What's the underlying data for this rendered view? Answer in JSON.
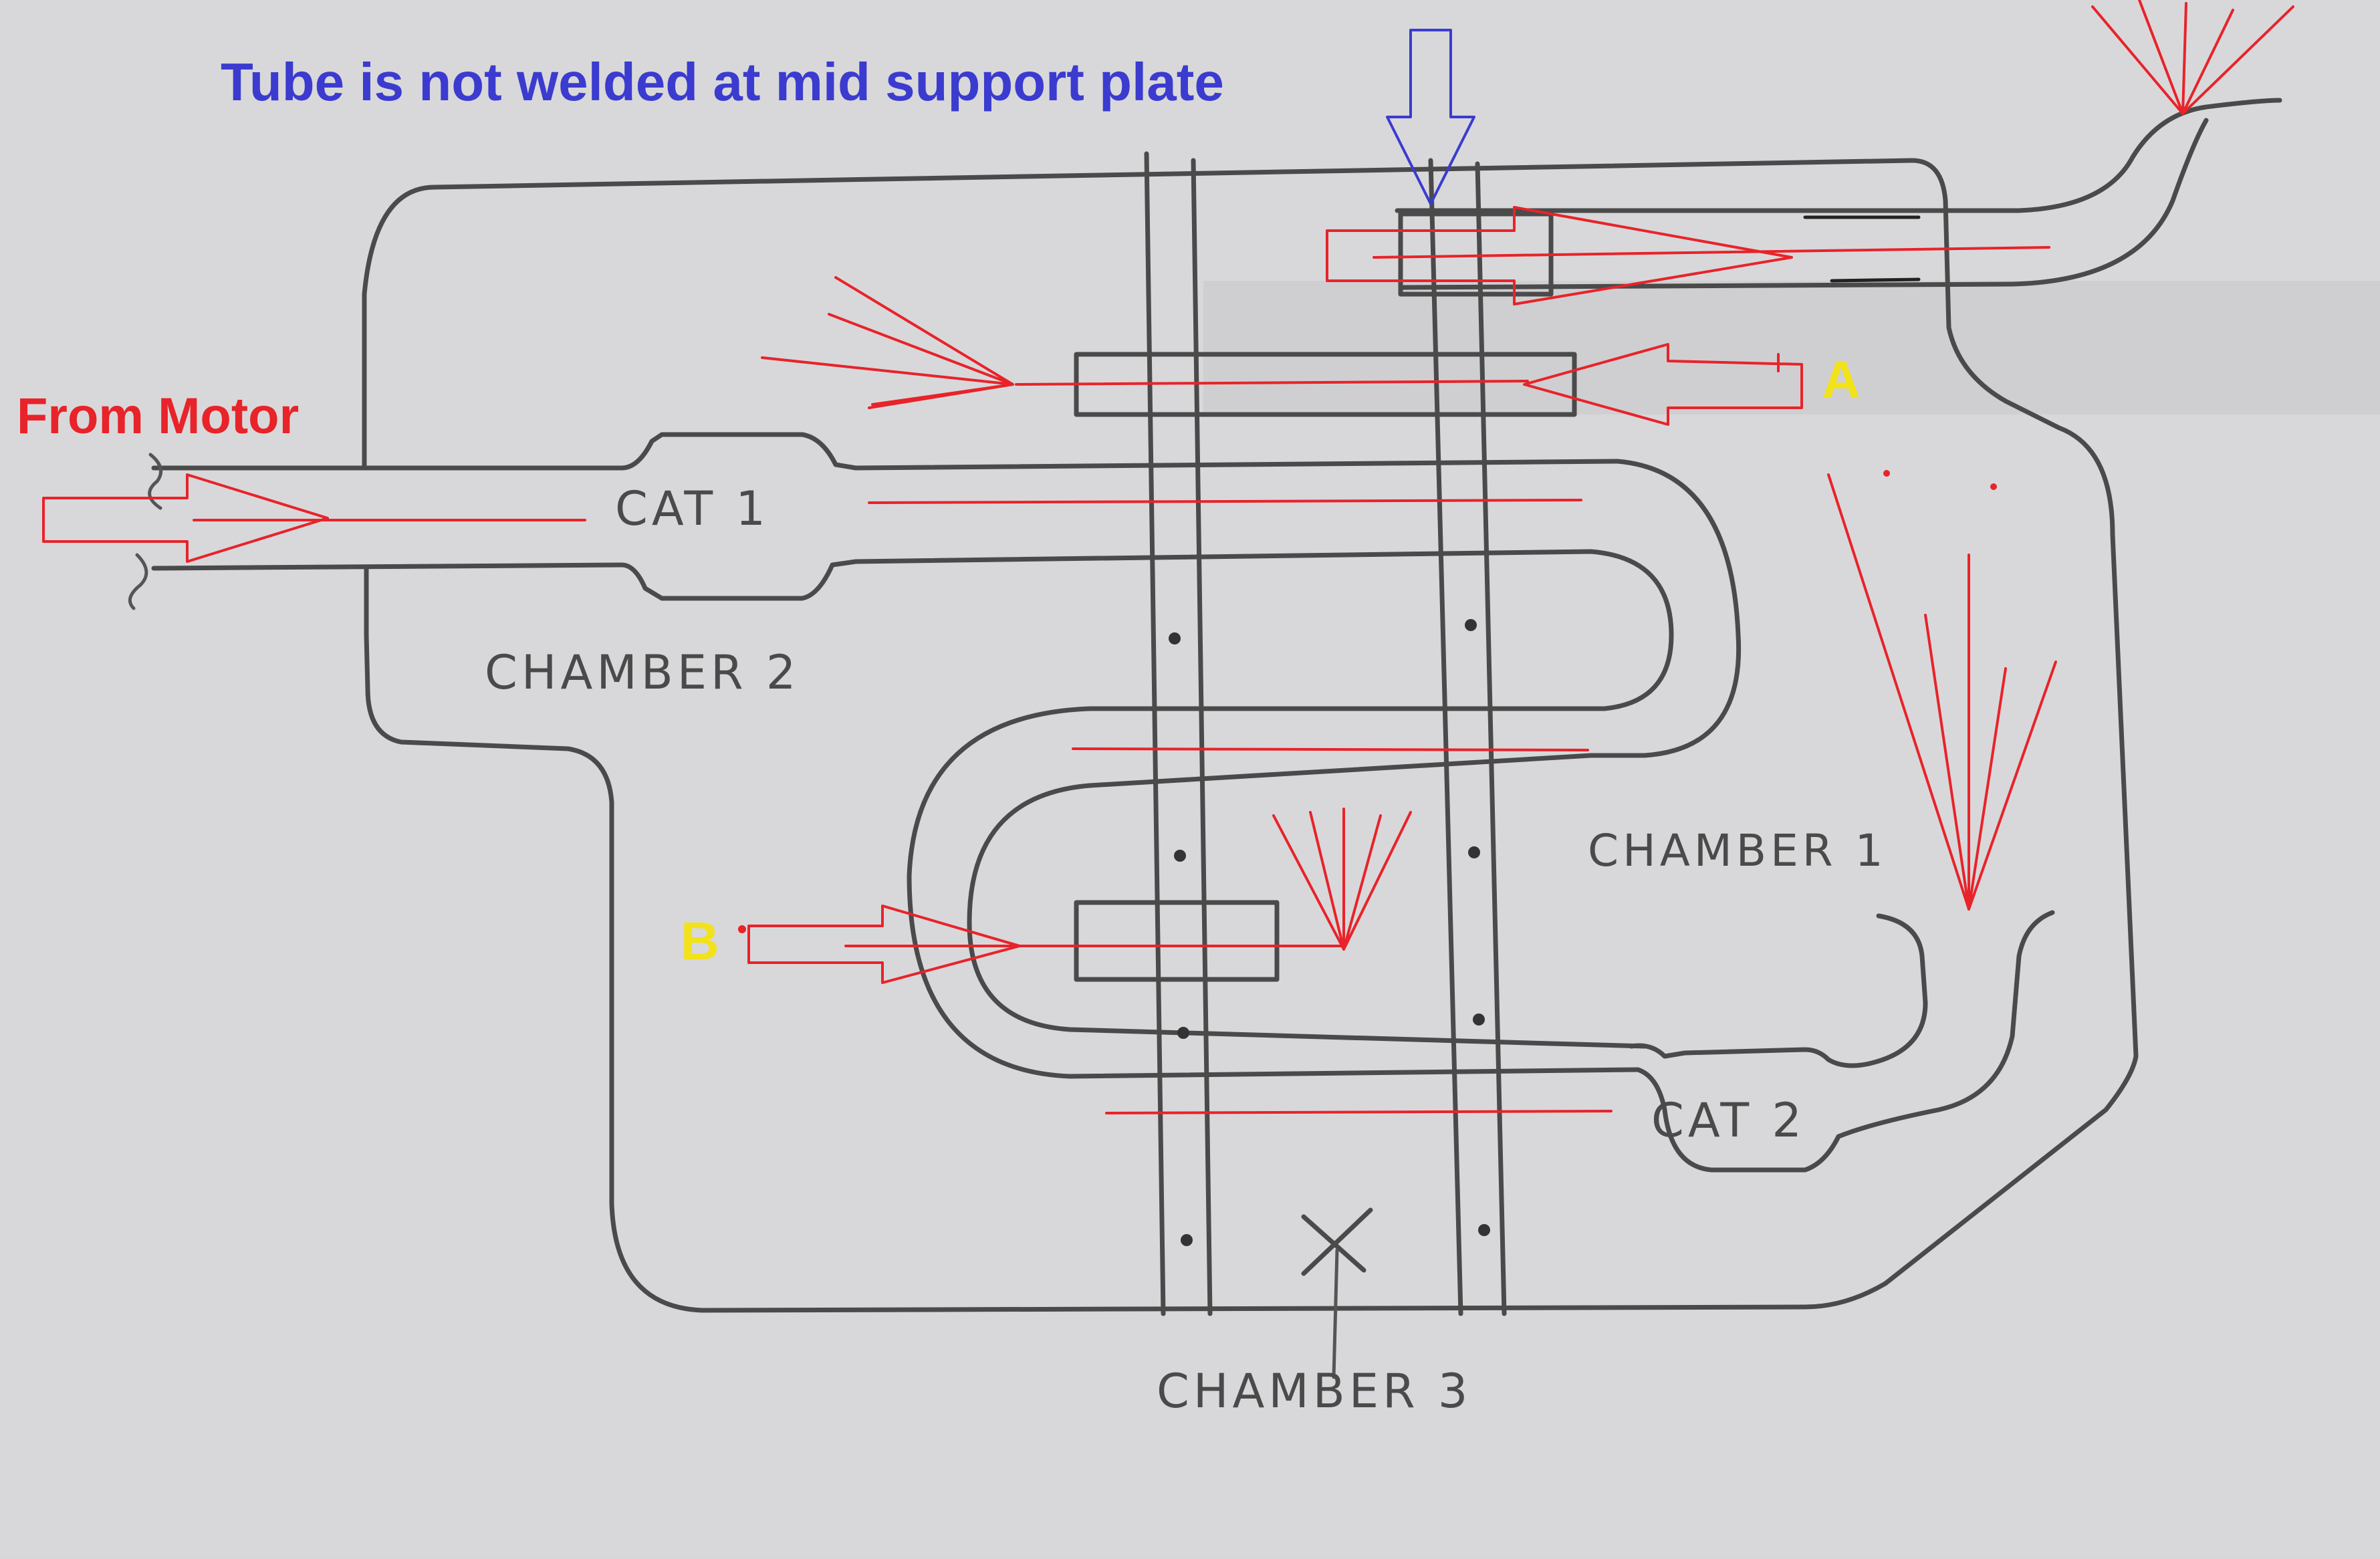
{
  "annotations": {
    "tube_note": "Tube is not welded at mid support plate",
    "from_motor": "From Motor",
    "point_a": "A",
    "point_b": "B"
  },
  "labels": {
    "cat1": "CAT 1",
    "cat2": "CAT 2",
    "chamber1": "CHAMBER 1",
    "chamber2": "CHAMBER 2",
    "chamber3": "CHAMBER 3"
  },
  "colors": {
    "paper": "#d6d6d8",
    "pencil": "#4a4a4a",
    "flow_red": "#e8232a",
    "note_blue": "#3b3bd0",
    "point_yellow": "#f2e21a"
  }
}
